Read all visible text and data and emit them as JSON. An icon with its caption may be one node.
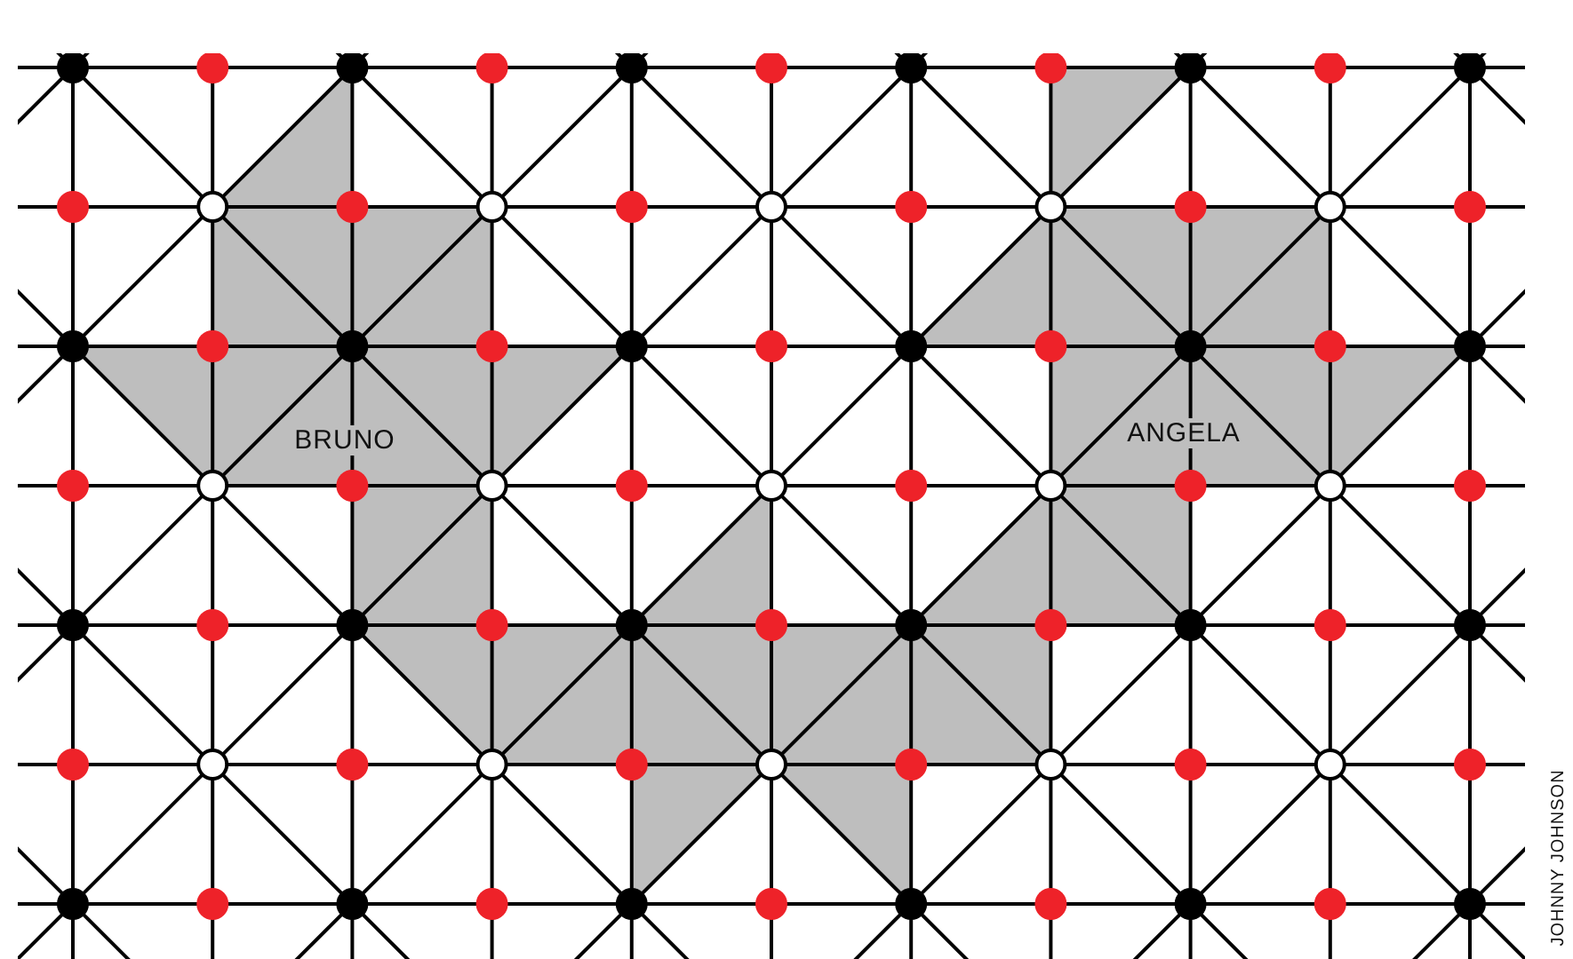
{
  "diagram": {
    "labels": [
      "BRUNO",
      "ANGELA",
      "JOHNNY JOHNSON"
    ]
  }
}
